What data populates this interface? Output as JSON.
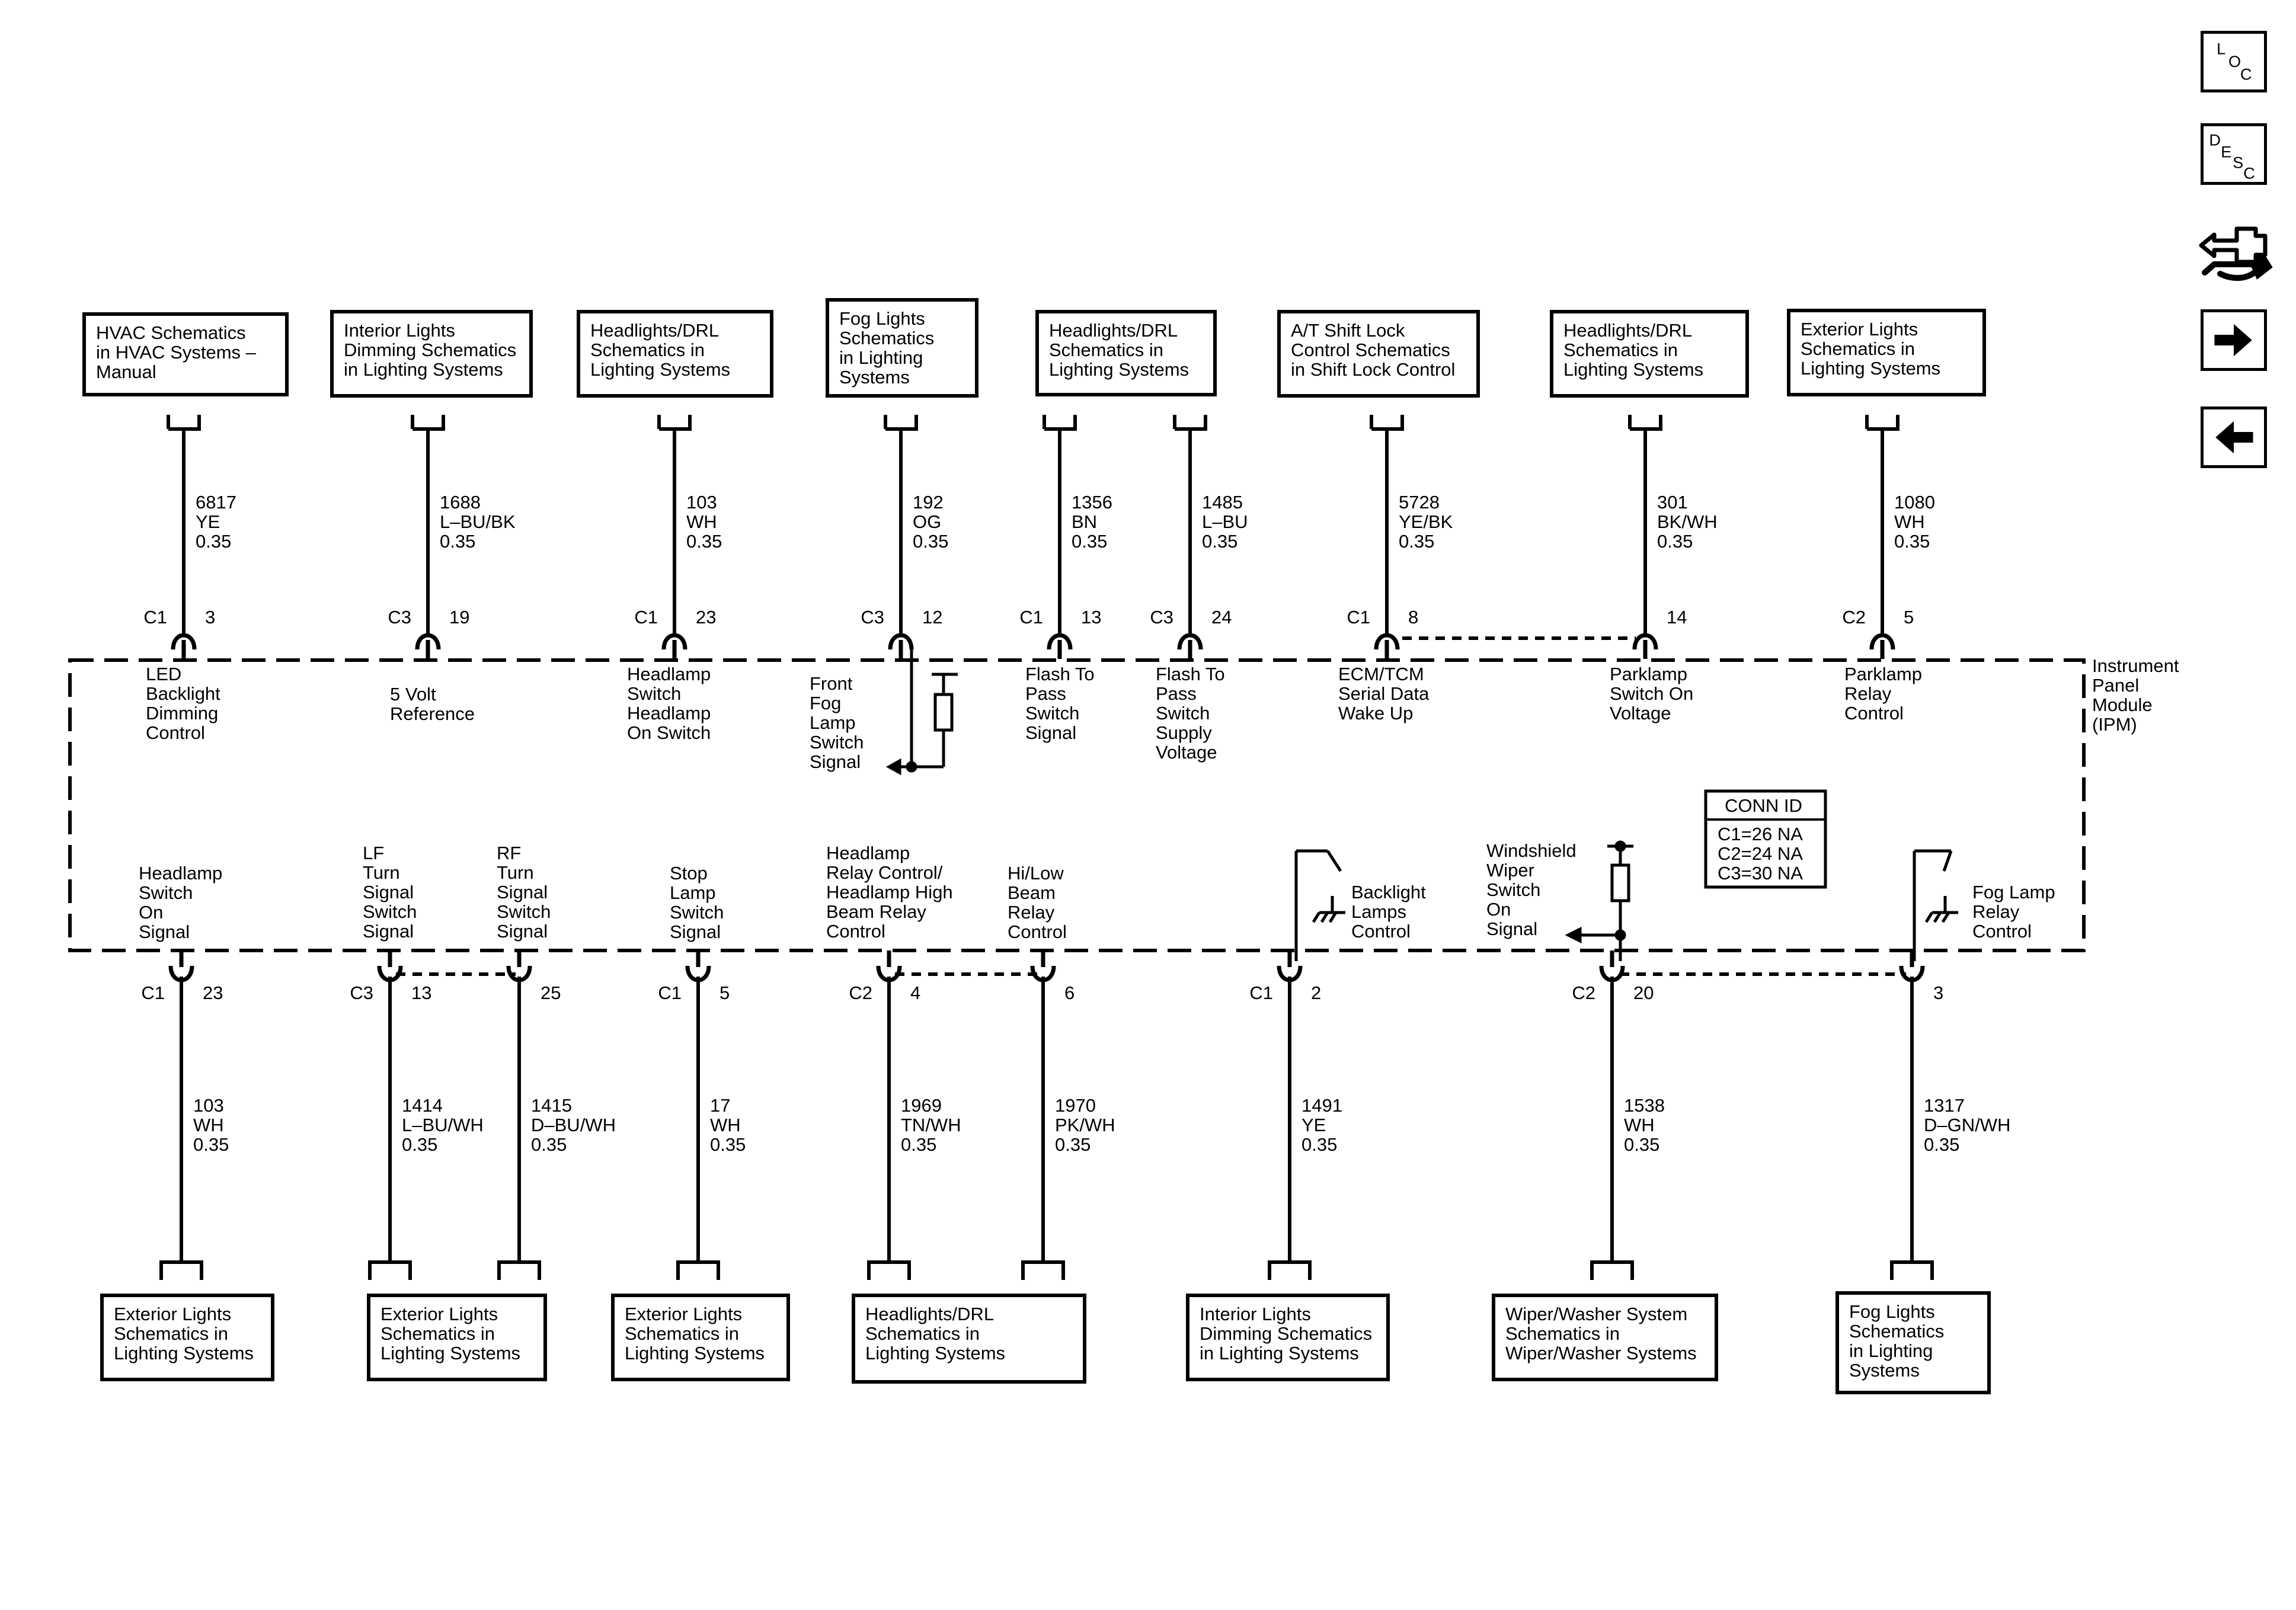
{
  "nav": {
    "loc_letters": [
      "L",
      "O",
      "C"
    ],
    "desc_letters": [
      "D",
      "E",
      "S",
      "C"
    ]
  },
  "module": {
    "title_lines": [
      "Instrument",
      "Panel",
      "Module",
      "(IPM)"
    ]
  },
  "conn_id": {
    "title": "CONN ID",
    "lines": [
      "C1=26 NA",
      "C2=24 NA",
      "C3=30 NA"
    ]
  },
  "top_circuits": [
    {
      "box": [
        "HVAC Schematics",
        "in HVAC Systems –",
        "Manual"
      ],
      "wire": [
        "6817",
        "YE",
        "0.35"
      ],
      "conn": "C1",
      "pin": "3",
      "function": [
        "LED",
        "Backlight",
        "Dimming",
        "Control"
      ]
    },
    {
      "box": [
        "Interior Lights",
        "Dimming Schematics",
        "in Lighting Systems"
      ],
      "wire": [
        "1688",
        "L–BU/BK",
        "0.35"
      ],
      "conn": "C3",
      "pin": "19",
      "function": [
        "5 Volt",
        "Reference"
      ]
    },
    {
      "box": [
        "Headlights/DRL",
        "Schematics in",
        "Lighting Systems"
      ],
      "wire": [
        "103",
        "WH",
        "0.35"
      ],
      "conn": "C1",
      "pin": "23",
      "function": [
        "Headlamp",
        "Switch",
        "Headlamp",
        "On Switch"
      ]
    },
    {
      "box": [
        "Fog Lights",
        "Schematics",
        "in Lighting",
        "Systems"
      ],
      "wire": [
        "192",
        "OG",
        "0.35"
      ],
      "conn": "C3",
      "pin": "12",
      "function": [
        "Front",
        "Fog",
        "Lamp",
        "Switch",
        "Signal"
      ]
    },
    {
      "box": [
        "Headlights/DRL",
        "Schematics in",
        "Lighting Systems"
      ],
      "wire": [
        "1356",
        "BN",
        "0.35"
      ],
      "conn": "C1",
      "pin": "13",
      "function": [
        "Flash To",
        "Pass",
        "Switch",
        "Signal"
      ]
    },
    {
      "box": null,
      "wire": [
        "1485",
        "L–BU",
        "0.35"
      ],
      "conn": "C3",
      "pin": "24",
      "function": [
        "Flash To",
        "Pass",
        "Switch",
        "Supply",
        "Voltage"
      ]
    },
    {
      "box": [
        "A/T Shift Lock",
        "Control Schematics",
        "in Shift Lock Control"
      ],
      "wire": [
        "5728",
        "YE/BK",
        "0.35"
      ],
      "conn": "C1",
      "pin": "8",
      "function": [
        "ECM/TCM",
        "Serial Data",
        "Wake Up"
      ]
    },
    {
      "box": [
        "Headlights/DRL",
        "Schematics in",
        "Lighting Systems"
      ],
      "wire": [
        "301",
        "BK/WH",
        "0.35"
      ],
      "conn": "",
      "pin": "14",
      "function": [
        "Parklamp",
        "Switch On",
        "Voltage"
      ]
    },
    {
      "box": [
        "Exterior Lights",
        "Schematics in",
        "Lighting Systems"
      ],
      "wire": [
        "1080",
        "WH",
        "0.35"
      ],
      "conn": "C2",
      "pin": "5",
      "function": [
        "Parklamp",
        "Relay",
        "Control"
      ]
    }
  ],
  "bottom_circuits": [
    {
      "function": [
        "Headlamp",
        "Switch",
        "On",
        "Signal"
      ],
      "conn": "C1",
      "pin": "23",
      "wire": [
        "103",
        "WH",
        "0.35"
      ],
      "box": [
        "Exterior Lights",
        "Schematics in",
        "Lighting Systems"
      ]
    },
    {
      "function": [
        "LF",
        "Turn",
        "Signal",
        "Switch",
        "Signal"
      ],
      "conn": "C3",
      "pin": "13",
      "wire": [
        "1414",
        "L–BU/WH",
        "0.35"
      ],
      "box": [
        "Exterior Lights",
        "Schematics in",
        "Lighting Systems"
      ]
    },
    {
      "function": [
        "RF",
        "Turn",
        "Signal",
        "Switch",
        "Signal"
      ],
      "conn": "",
      "pin": "25",
      "wire": [
        "1415",
        "D–BU/WH",
        "0.35"
      ],
      "box": null
    },
    {
      "function": [
        "Stop",
        "Lamp",
        "Switch",
        "Signal"
      ],
      "conn": "C1",
      "pin": "5",
      "wire": [
        "17",
        "WH",
        "0.35"
      ],
      "box": [
        "Exterior Lights",
        "Schematics in",
        "Lighting Systems"
      ]
    },
    {
      "function": [
        "Headlamp",
        "Relay Control/",
        "Headlamp High",
        "Beam Relay",
        "Control"
      ],
      "conn": "C2",
      "pin": "4",
      "wire": [
        "1969",
        "TN/WH",
        "0.35"
      ],
      "box": [
        "Headlights/DRL",
        "Schematics in",
        "Lighting Systems"
      ]
    },
    {
      "function": [
        "Hi/Low",
        "Beam",
        "Relay",
        "Control"
      ],
      "conn": "",
      "pin": "6",
      "wire": [
        "1970",
        "PK/WH",
        "0.35"
      ],
      "box": null
    },
    {
      "function": [
        "Backlight",
        "Lamps",
        "Control"
      ],
      "conn": "C1",
      "pin": "2",
      "wire": [
        "1491",
        "YE",
        "0.35"
      ],
      "box": [
        "Interior Lights",
        "Dimming Schematics",
        "in Lighting Systems"
      ]
    },
    {
      "function": [
        "Windshield",
        "Wiper",
        "Switch",
        "On",
        "Signal"
      ],
      "conn": "C2",
      "pin": "20",
      "wire": [
        "1538",
        "WH",
        "0.35"
      ],
      "box": [
        "Wiper/Washer System",
        "Schematics in",
        "Wiper/Washer Systems"
      ]
    },
    {
      "function": [
        "Fog Lamp",
        "Relay",
        "Control"
      ],
      "conn": "",
      "pin": "3",
      "wire": [
        "1317",
        "D–GN/WH",
        "0.35"
      ],
      "box": [
        "Fog Lights",
        "Schematics",
        "in Lighting",
        "Systems"
      ]
    }
  ]
}
